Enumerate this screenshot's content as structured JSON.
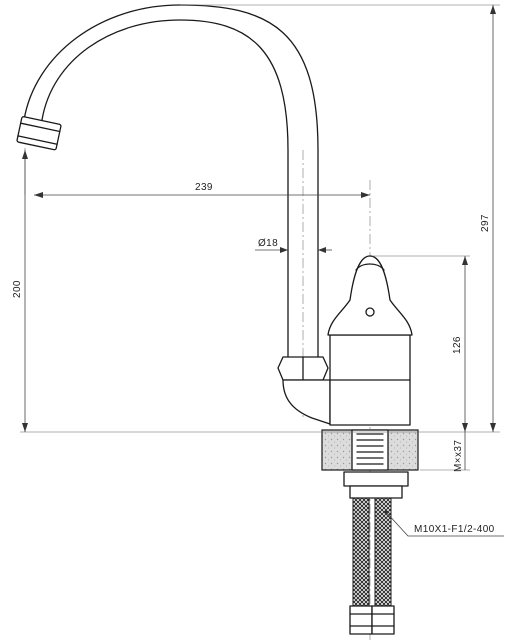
{
  "dimensions": {
    "reach": "239",
    "pipe_diameter": "Ø18",
    "overall_height": "297",
    "spout_height": "200",
    "body_height": "126",
    "mounting_thread": "M×x37",
    "hose_spec": "M10X1-F1/2-400"
  },
  "colors": {
    "line": "#1a1a1a",
    "dimension": "#444444",
    "counter_fill": "#d9d9d9",
    "hose_fill": "#3a3a3a"
  }
}
